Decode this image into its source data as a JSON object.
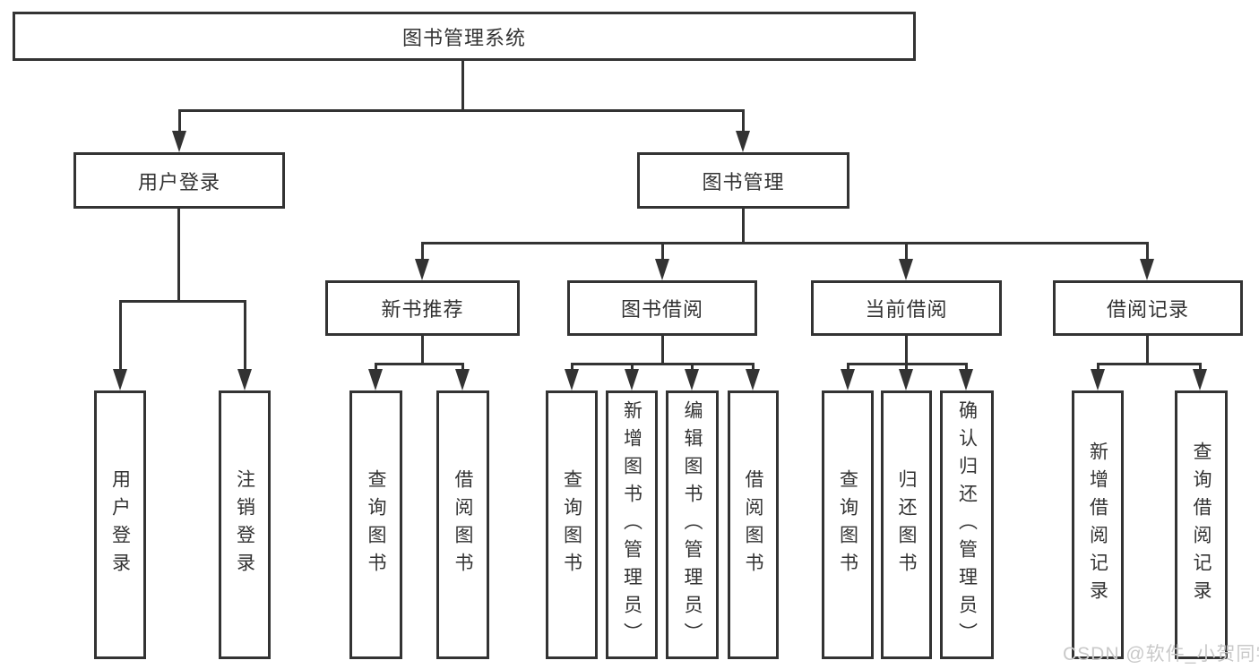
{
  "colors": {
    "line": "#333333",
    "node_border": "#333333",
    "node_text": "#333333",
    "background": "#ffffff",
    "watermark_text": "#c9c9c9"
  },
  "watermark": {
    "text": "CSDN @软件_小贺同学"
  },
  "tree": {
    "root": {
      "label": "图书管理系统"
    },
    "level2": [
      {
        "id": "user-login",
        "label": "用户登录"
      },
      {
        "id": "book-management",
        "label": "图书管理"
      }
    ],
    "level3": [
      {
        "id": "new-book-recommend",
        "label": "新书推荐",
        "parent": "book-management"
      },
      {
        "id": "book-borrowing",
        "label": "图书借阅",
        "parent": "book-management"
      },
      {
        "id": "current-borrowing",
        "label": "当前借阅",
        "parent": "book-management"
      },
      {
        "id": "borrow-records",
        "label": "借阅记录",
        "parent": "book-management"
      }
    ],
    "leaves": [
      {
        "parent": "user-login",
        "label": "用户登录"
      },
      {
        "parent": "user-login",
        "label": "注销登录"
      },
      {
        "parent": "new-book-recommend",
        "label": "查询图书"
      },
      {
        "parent": "new-book-recommend",
        "label": "借阅图书"
      },
      {
        "parent": "book-borrowing",
        "label": "查询图书"
      },
      {
        "parent": "book-borrowing",
        "label": "新增图书（管理员）"
      },
      {
        "parent": "book-borrowing",
        "label": "编辑图书（管理员）"
      },
      {
        "parent": "book-borrowing",
        "label": "借阅图书"
      },
      {
        "parent": "current-borrowing",
        "label": "查询图书"
      },
      {
        "parent": "current-borrowing",
        "label": "归还图书"
      },
      {
        "parent": "current-borrowing",
        "label": "确认归还（管理员）"
      },
      {
        "parent": "borrow-records",
        "label": "新增借阅记录"
      },
      {
        "parent": "borrow-records",
        "label": "查询借阅记录"
      }
    ]
  }
}
